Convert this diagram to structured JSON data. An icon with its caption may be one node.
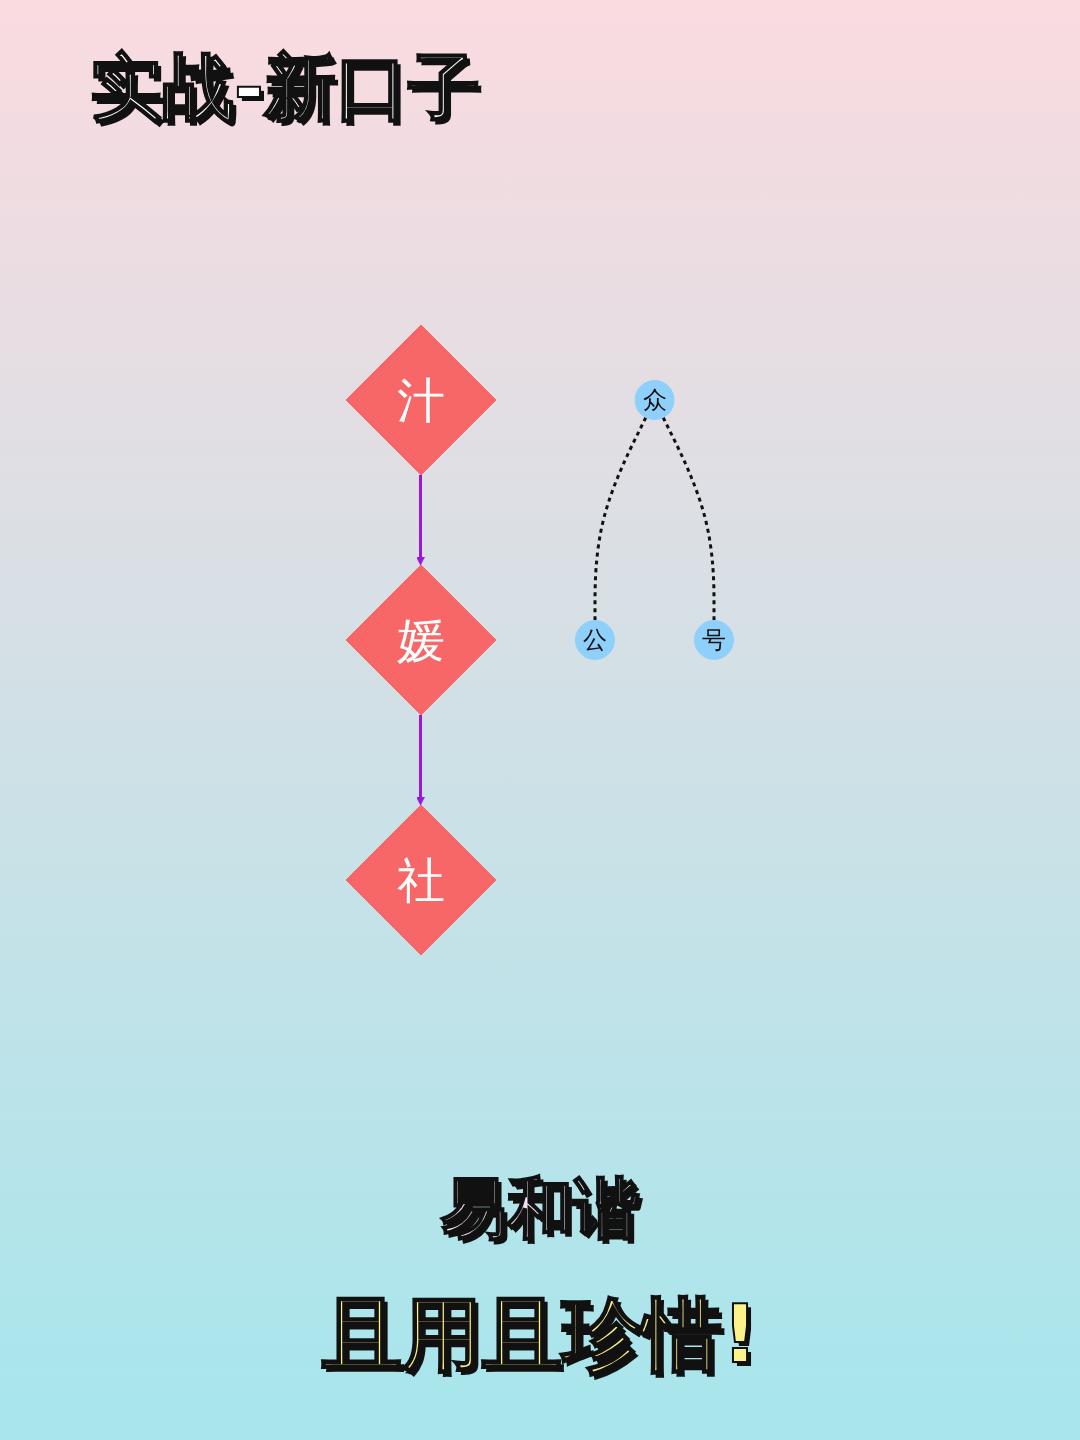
{
  "diagram": {
    "title": "实战-新口子",
    "nodes": [
      {
        "text": [
          "汁"
        ]
      },
      {
        "text": [
          "媛"
        ]
      },
      {
        "text": [
          "社"
        ]
      },
      {
        "text": [
          "众"
        ]
      },
      {
        "text": [
          "公"
        ]
      },
      {
        "text": [
          "号"
        ]
      }
    ],
    "edges": [
      {
        "from": 0,
        "to": 1,
        "arrow": "to",
        "color": "#9b19d6"
      },
      {
        "from": 1,
        "to": 2,
        "arrow": "to",
        "color": "#9b19d6"
      },
      {
        "from": 3,
        "to": 4,
        "arrow": "none",
        "style": "dashed",
        "color": "#111111"
      },
      {
        "from": 3,
        "to": 5,
        "arrow": "none",
        "style": "dashed",
        "color": "#111111"
      }
    ],
    "labels": [
      "易和谐",
      "且用且珍惜!"
    ]
  }
}
